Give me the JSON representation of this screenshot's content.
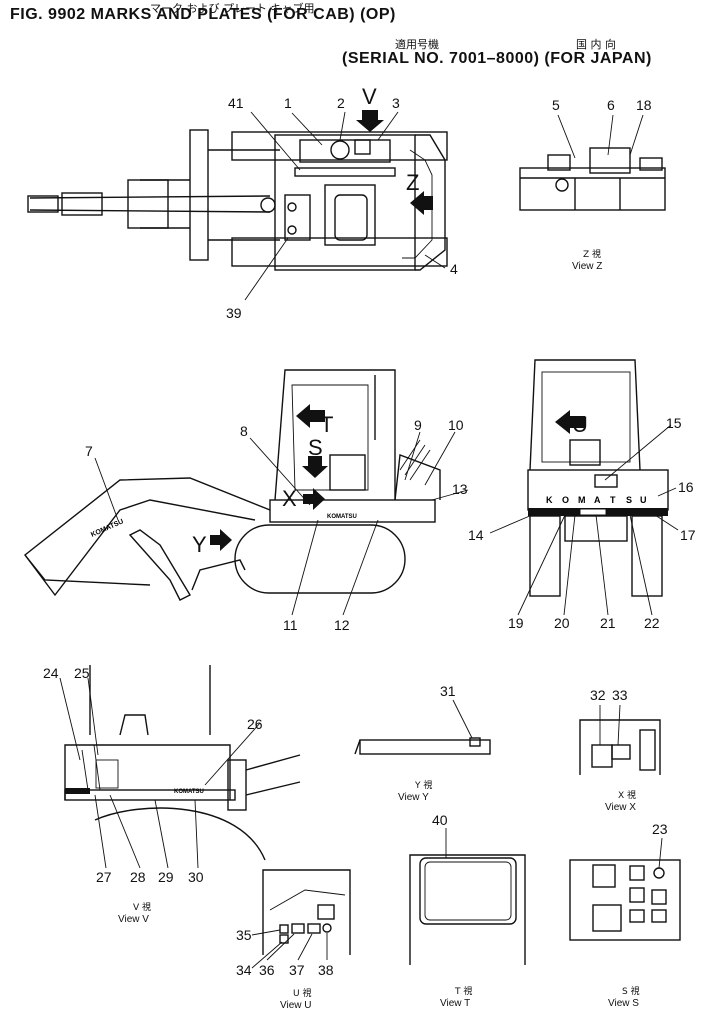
{
  "header": {
    "figure_title": "FIG. 9902  MARKS AND PLATES (FOR CAB) (OP)",
    "japanese_title": "マーク  および  プレート  キャブ用",
    "serial_label": "(SERIAL  NO. 7001–8000)  (FOR  JAPAN)",
    "japanese_serial": "適用号機",
    "japanese_country": "国 内 向"
  },
  "view_letters": {
    "v": "V",
    "z": "Z",
    "t": "T",
    "s": "S",
    "x": "X",
    "y": "Y",
    "u": "U"
  },
  "callouts": {
    "c1": "1",
    "c2": "2",
    "c3": "3",
    "c4": "4",
    "c5": "5",
    "c6": "6",
    "c7": "7",
    "c8": "8",
    "c9": "9",
    "c10": "10",
    "c11": "11",
    "c12": "12",
    "c13": "13",
    "c14": "14",
    "c15": "15",
    "c16": "16",
    "c17": "17",
    "c18": "18",
    "c19": "19",
    "c20": "20",
    "c21": "21",
    "c22": "22",
    "c23": "23",
    "c24": "24",
    "c25": "25",
    "c26": "26",
    "c27": "27",
    "c28": "28",
    "c29": "29",
    "c30": "30",
    "c31": "31",
    "c32": "32",
    "c33": "33",
    "c34": "34",
    "c35": "35",
    "c36": "36",
    "c37": "37",
    "c38": "38",
    "c39": "39",
    "c40": "40",
    "c41": "41"
  },
  "captions": {
    "view_z": {
      "jp": "Z  視",
      "en": "View  Z"
    },
    "view_y": {
      "jp": "Y  視",
      "en": "View  Y"
    },
    "view_x": {
      "jp": "X  視",
      "en": "View  X"
    },
    "view_v": {
      "jp": "V  視",
      "en": "View  V"
    },
    "view_u": {
      "jp": "U  視",
      "en": "View  U"
    },
    "view_t": {
      "jp": "T  視",
      "en": "View  T"
    },
    "view_s": {
      "jp": "S  視",
      "en": "View  S"
    }
  },
  "plate_text": {
    "counterweight_letters": [
      "K",
      "O",
      "M",
      "A",
      "T",
      "S",
      "U"
    ],
    "boom_logo": "KOMATSU",
    "side_logo": "KOMATSU"
  }
}
